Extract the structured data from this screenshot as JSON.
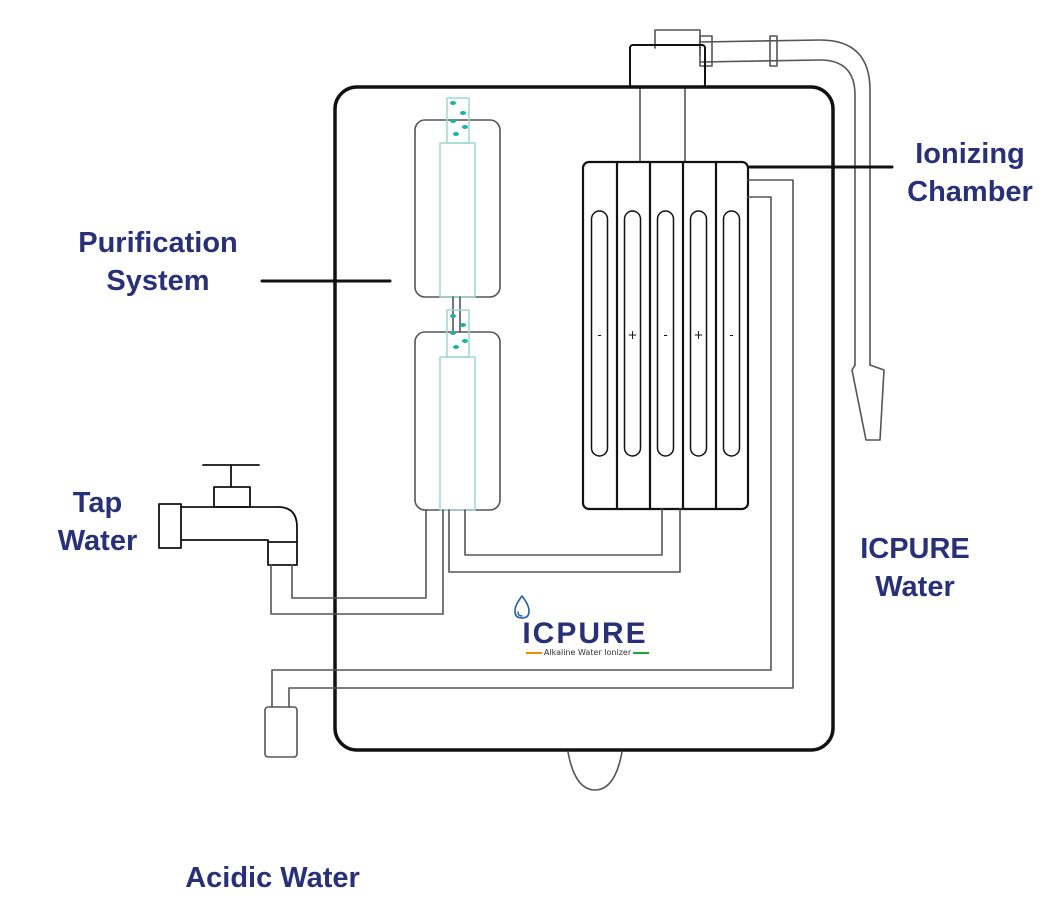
{
  "colors": {
    "label": "#283178",
    "outline": "#111111",
    "pipe": "#555555",
    "bubble": "#1bb3a3",
    "filter_core": "#9fd8cf",
    "brand_drop": "#1d5fa8",
    "brand_text": "#283178"
  },
  "labels": {
    "purification": [
      "Purification",
      "System"
    ],
    "ionizing": [
      "Ionizing",
      "Chamber"
    ],
    "tap": [
      "Tap",
      "Water"
    ],
    "icpure_water": [
      "ICPURE",
      "Water"
    ],
    "acidic": "Acidic Water"
  },
  "brand": {
    "name": "ICPURE",
    "tagline": "Alkaline Water Ionizer",
    "icon": "water-drop-icon"
  },
  "electrodes": [
    "-",
    "+",
    "-",
    "+",
    "-"
  ],
  "icons": {
    "faucet": "faucet-icon",
    "drop": "water-drop-icon"
  }
}
